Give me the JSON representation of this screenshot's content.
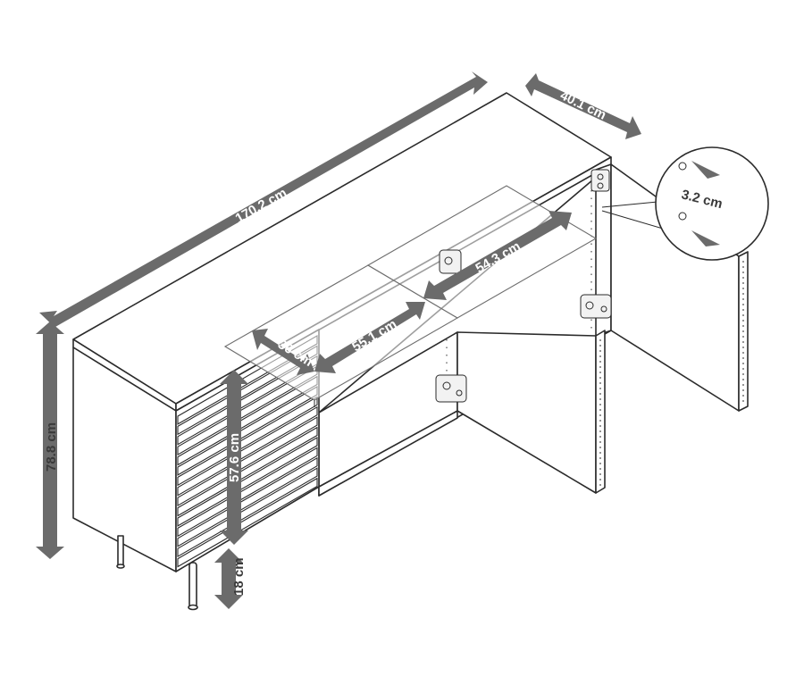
{
  "colors": {
    "arrow_fill": "#6b6b6b",
    "outline": "#2b2b2b",
    "background": "#ffffff"
  },
  "dimensions": {
    "width": "170.2 cm",
    "depth": "40.1 cm",
    "height": "78.8 cm",
    "drawer_height": "57.6 cm",
    "leg_height": "18 cm",
    "shelf_depth": "36 cm",
    "shelf_width_left": "55.1 cm",
    "shelf_width_right": "54.3 cm",
    "hole_spacing": "3.2 cm"
  }
}
